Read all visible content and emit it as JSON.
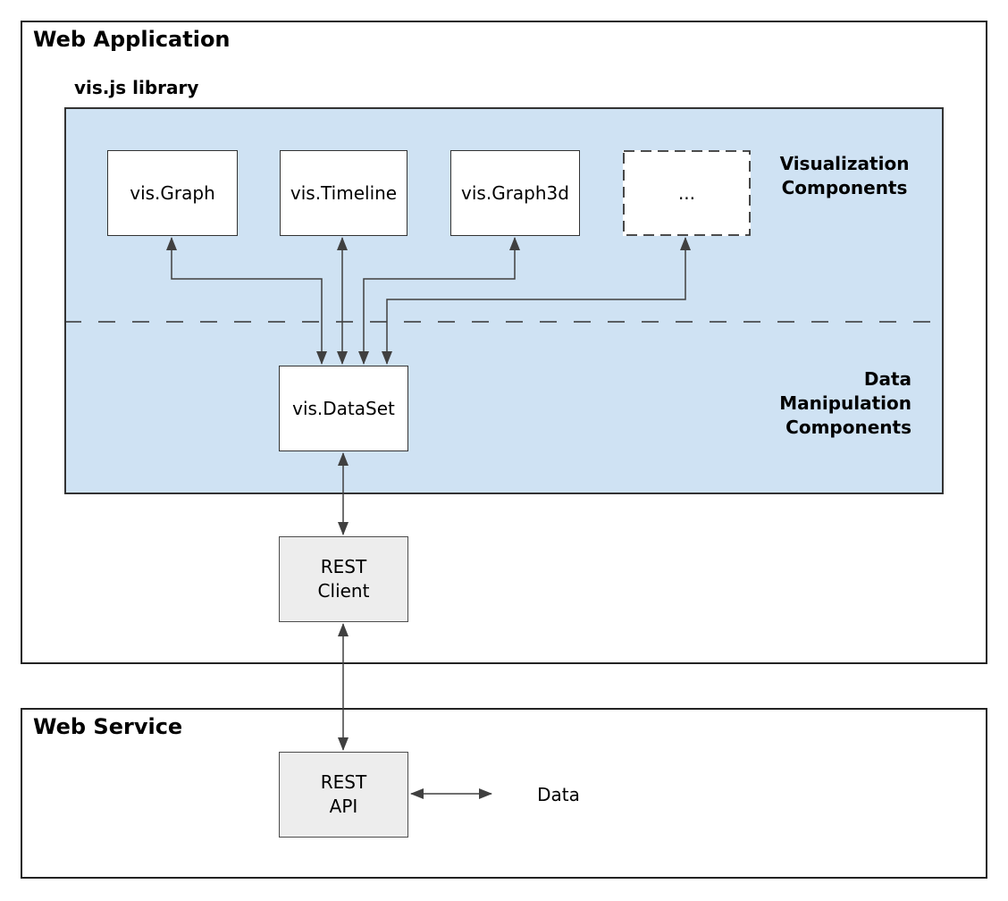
{
  "colors": {
    "library_panel_bg": "#cfe2f3",
    "node_border": "#333333",
    "gray_node_bg": "#ededed",
    "gray_node_border": "#4d4d4d",
    "arrow": "#404040",
    "frame_border": "#232323"
  },
  "web_application": {
    "title": "Web Application",
    "library": {
      "title": "vis.js library",
      "visualization_components": [
        "vis.Graph",
        "vis.Timeline",
        "vis.Graph3d",
        "..."
      ],
      "visualization_label_lines": [
        "Visualization",
        "Components"
      ],
      "data_manipulation_label_lines": [
        "Data",
        "Manipulation",
        "Components"
      ],
      "dataset_node": "vis.DataSet"
    },
    "rest_client_lines": [
      "REST",
      "Client"
    ]
  },
  "web_service": {
    "title": "Web Service",
    "rest_api_lines": [
      "REST",
      "API"
    ],
    "data_store_label": "Data"
  }
}
